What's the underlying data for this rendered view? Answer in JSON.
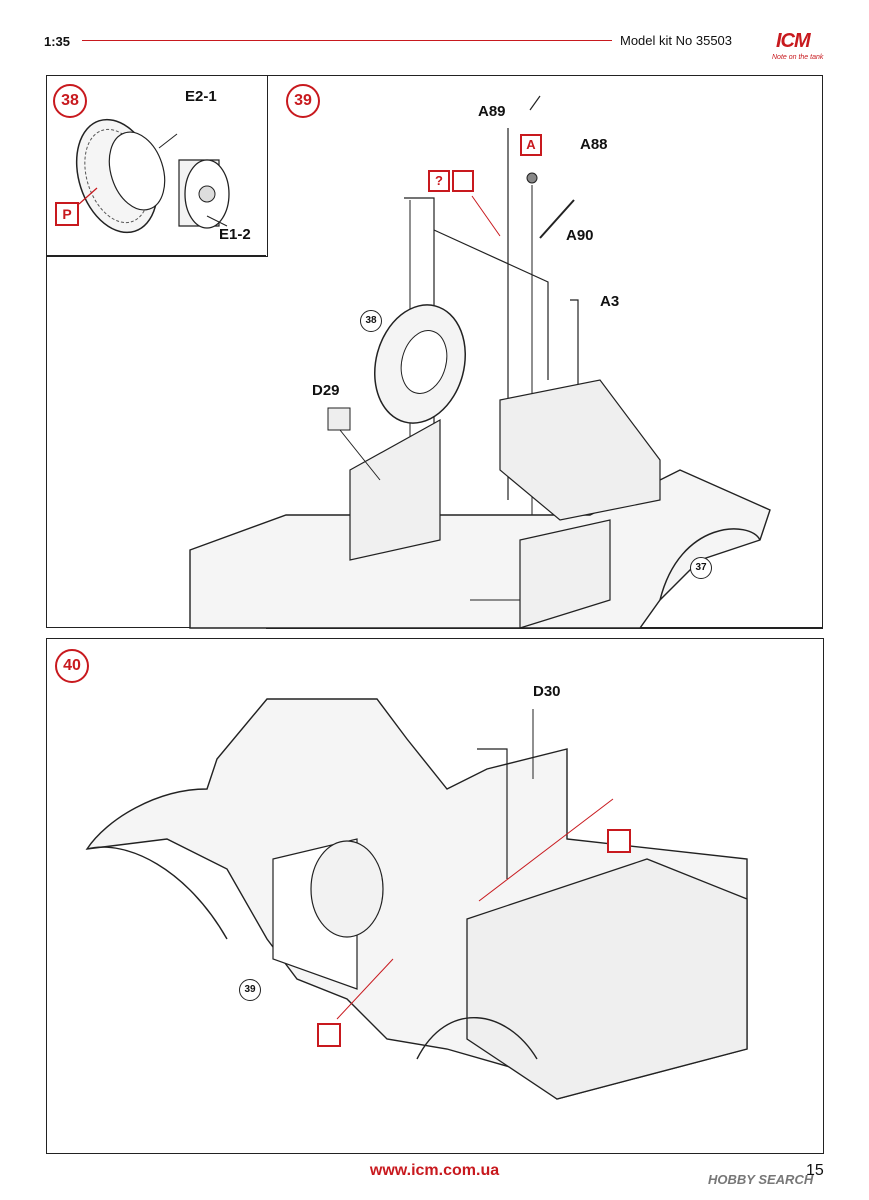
{
  "header": {
    "scale": "1:35",
    "kit": "Model kit No 35503"
  },
  "logo": {
    "name": "ICM",
    "tagline": "Note on the tank"
  },
  "step38": {
    "number": "38",
    "parts": [
      "E2-1",
      "E1-2"
    ],
    "marker": "P"
  },
  "step39": {
    "number": "39",
    "parts": [
      "A89",
      "A88",
      "A90",
      "A3",
      "D29"
    ],
    "marker_a": "A",
    "marker_q": "?",
    "ref_38": "38",
    "ref_37": "37"
  },
  "step40": {
    "number": "40",
    "parts": [
      "D30"
    ],
    "ref_39": "39"
  },
  "footer": {
    "url": "www.icm.com.ua",
    "page": "15",
    "watermark": "HOBBY SEARCH"
  },
  "colors": {
    "accent": "#c8191e",
    "line": "#222222",
    "fill": "#f3f3f3"
  }
}
